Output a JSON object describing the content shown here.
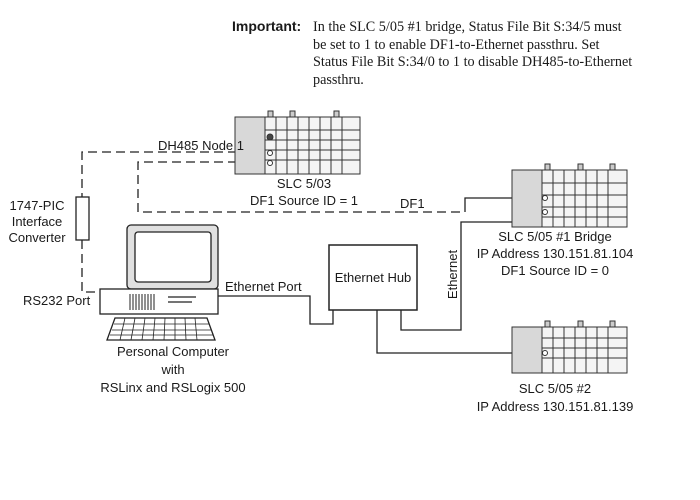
{
  "note": {
    "label": "Important:",
    "text": "In the SLC 5/05 #1 bridge, Status File Bit S:34/5 must\nbe set to 1 to enable DF1-to-Ethernet passthru. Set\nStatus File Bit S:34/0 to 1 to disable DH485-to-Ethernet\npassthru."
  },
  "labels": {
    "dh485_node": "DH485 Node 1",
    "slc503_name": "SLC 5/03",
    "slc503_df1": "DF1 Source ID = 1",
    "df1_link": "DF1",
    "pic_line1": "1747-PIC",
    "pic_line2": "Interface",
    "pic_line3": "Converter",
    "rs232": "RS232 Port",
    "pc_line1": "Personal Computer",
    "pc_line2": "with",
    "pc_line3": "RSLinx and RSLogix 500",
    "ethernet_port": "Ethernet Port",
    "hub": "Ethernet Hub",
    "ethernet_vertical": "Ethernet",
    "bridge_line1": "SLC 5/05 #1 Bridge",
    "bridge_line2": "IP Address 130.151.81.104",
    "bridge_line3": "DF1 Source ID = 0",
    "slc2_line1": "SLC 5/05 #2",
    "slc2_line2": "IP Address 130.151.81.139"
  }
}
